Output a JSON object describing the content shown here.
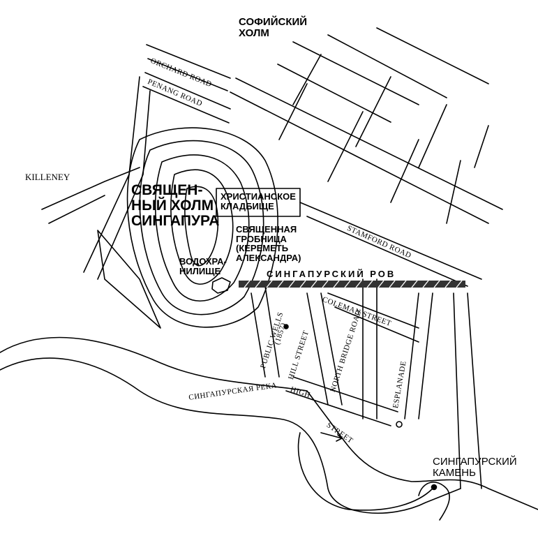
{
  "map": {
    "title_hill": "СОФИЙСКИЙ\nХОЛМ",
    "sacred_hill": "СВЯЩЕН-\nНЫЙ ХОЛМ\nСИНГАПУРА",
    "cemetery": "ХРИСТИАНСКОЕ\nКЛАДБИЩЕ",
    "tomb": "СВЯЩЕННАЯ\nГРОБНИЦА\n(КЕРЕМЕТЬ\nАЛЕКСАНДРА)",
    "reservoir": "ВОДОХРА-\nНИЛИЩЕ",
    "killeney": "KILLENEY",
    "ditch": "СИНГАПУРСКИЙ РОВ",
    "river": "СИНГАПУРСКАЯ РЕКА",
    "stone": "СИНГАПУРСКИЙ\nКАМЕНЬ",
    "roads": {
      "orchard": "ORCHARD ROAD",
      "penang": "PENANG ROAD",
      "stamford": "STAMFORD ROAD",
      "coleman": "COLEMAN STREET",
      "public_wells": "PUBLIC WELLS",
      "year": "(1857)",
      "hill": "HILL STREET",
      "north_bridge": "NORTH BRIDGE ROAD",
      "high": "HIGH",
      "street": "STREET",
      "esplanade": "ESPLANADE"
    }
  },
  "colors": {
    "ink": "#000000",
    "paper": "#ffffff",
    "ditch": "#333333"
  }
}
